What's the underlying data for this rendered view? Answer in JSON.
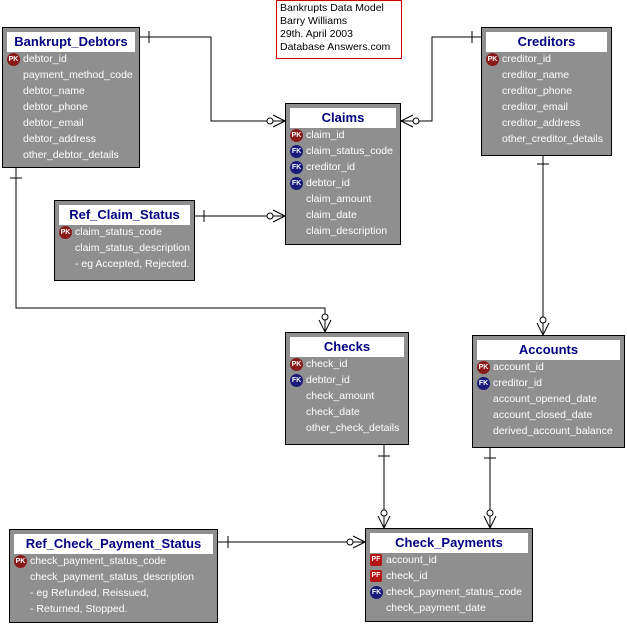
{
  "note": {
    "lines": [
      "Bankrupts Data Model",
      "Barry Williams",
      "29th. April 2003",
      "Database Answers.com"
    ]
  },
  "entities": {
    "bankrupt_debtors": {
      "title": "Bankrupt_Debtors",
      "attributes": [
        {
          "key": "PK",
          "name": "debtor_id"
        },
        {
          "key": "",
          "name": "payment_method_code"
        },
        {
          "key": "",
          "name": "debtor_name"
        },
        {
          "key": "",
          "name": "debtor_phone"
        },
        {
          "key": "",
          "name": "debtor_email"
        },
        {
          "key": "",
          "name": "debtor_address"
        },
        {
          "key": "",
          "name": "other_debtor_details"
        }
      ]
    },
    "claims": {
      "title": "Claims",
      "attributes": [
        {
          "key": "PK",
          "name": "claim_id"
        },
        {
          "key": "FK",
          "name": "claim_status_code"
        },
        {
          "key": "FK",
          "name": "creditor_id"
        },
        {
          "key": "FK",
          "name": "debtor_id"
        },
        {
          "key": "",
          "name": "claim_amount"
        },
        {
          "key": "",
          "name": "claim_date"
        },
        {
          "key": "",
          "name": "claim_description"
        }
      ]
    },
    "creditors": {
      "title": "Creditors",
      "attributes": [
        {
          "key": "PK",
          "name": "creditor_id"
        },
        {
          "key": "",
          "name": "creditor_name"
        },
        {
          "key": "",
          "name": "creditor_phone"
        },
        {
          "key": "",
          "name": "creditor_email"
        },
        {
          "key": "",
          "name": "creditor_address"
        },
        {
          "key": "",
          "name": "other_creditor_details"
        }
      ]
    },
    "ref_claim_status": {
      "title": "Ref_Claim_Status",
      "attributes": [
        {
          "key": "PK",
          "name": "claim_status_code"
        },
        {
          "key": "",
          "name": "claim_status_description"
        },
        {
          "key": "",
          "name": "- eg Accepted, Rejected."
        }
      ]
    },
    "checks": {
      "title": "Checks",
      "attributes": [
        {
          "key": "PK",
          "name": "check_id"
        },
        {
          "key": "FK",
          "name": "debtor_id"
        },
        {
          "key": "",
          "name": "check_amount"
        },
        {
          "key": "",
          "name": "check_date"
        },
        {
          "key": "",
          "name": "other_check_details"
        }
      ]
    },
    "accounts": {
      "title": "Accounts",
      "attributes": [
        {
          "key": "PK",
          "name": "account_id"
        },
        {
          "key": "FK",
          "name": "creditor_id"
        },
        {
          "key": "",
          "name": "account_opened_date"
        },
        {
          "key": "",
          "name": "account_closed_date"
        },
        {
          "key": "",
          "name": "derived_account_balance"
        }
      ]
    },
    "ref_check_payment_status": {
      "title": "Ref_Check_Payment_Status",
      "attributes": [
        {
          "key": "PK",
          "name": "check_payment_status_code"
        },
        {
          "key": "",
          "name": "check_payment_status_description"
        },
        {
          "key": "",
          "name": "- eg Refunded, Reissued,"
        },
        {
          "key": "",
          "name": "-       Returned, Stopped."
        }
      ]
    },
    "check_payments": {
      "title": "Check_Payments",
      "attributes": [
        {
          "key": "PF",
          "name": "account_id"
        },
        {
          "key": "PF",
          "name": "check_id"
        },
        {
          "key": "FK",
          "name": "check_payment_status_code"
        },
        {
          "key": "",
          "name": "check_payment_date"
        }
      ]
    }
  },
  "relationships": [
    {
      "from": "Bankrupt_Debtors",
      "to": "Claims",
      "type": "one-to-many"
    },
    {
      "from": "Creditors",
      "to": "Claims",
      "type": "one-to-many"
    },
    {
      "from": "Ref_Claim_Status",
      "to": "Claims",
      "type": "one-to-many"
    },
    {
      "from": "Bankrupt_Debtors",
      "to": "Checks",
      "type": "one-to-many"
    },
    {
      "from": "Creditors",
      "to": "Accounts",
      "type": "one-to-many"
    },
    {
      "from": "Checks",
      "to": "Check_Payments",
      "type": "one-to-many"
    },
    {
      "from": "Accounts",
      "to": "Check_Payments",
      "type": "one-to-many"
    },
    {
      "from": "Ref_Check_Payment_Status",
      "to": "Check_Payments",
      "type": "one-to-many"
    }
  ],
  "colors": {
    "entity_fill": "#8f8f8f",
    "title_text": "#000080",
    "pk_badge": "#8a1a1a",
    "fk_badge": "#1a1a7a",
    "pf_badge": "#b31414",
    "note_border": "#cc0000"
  }
}
